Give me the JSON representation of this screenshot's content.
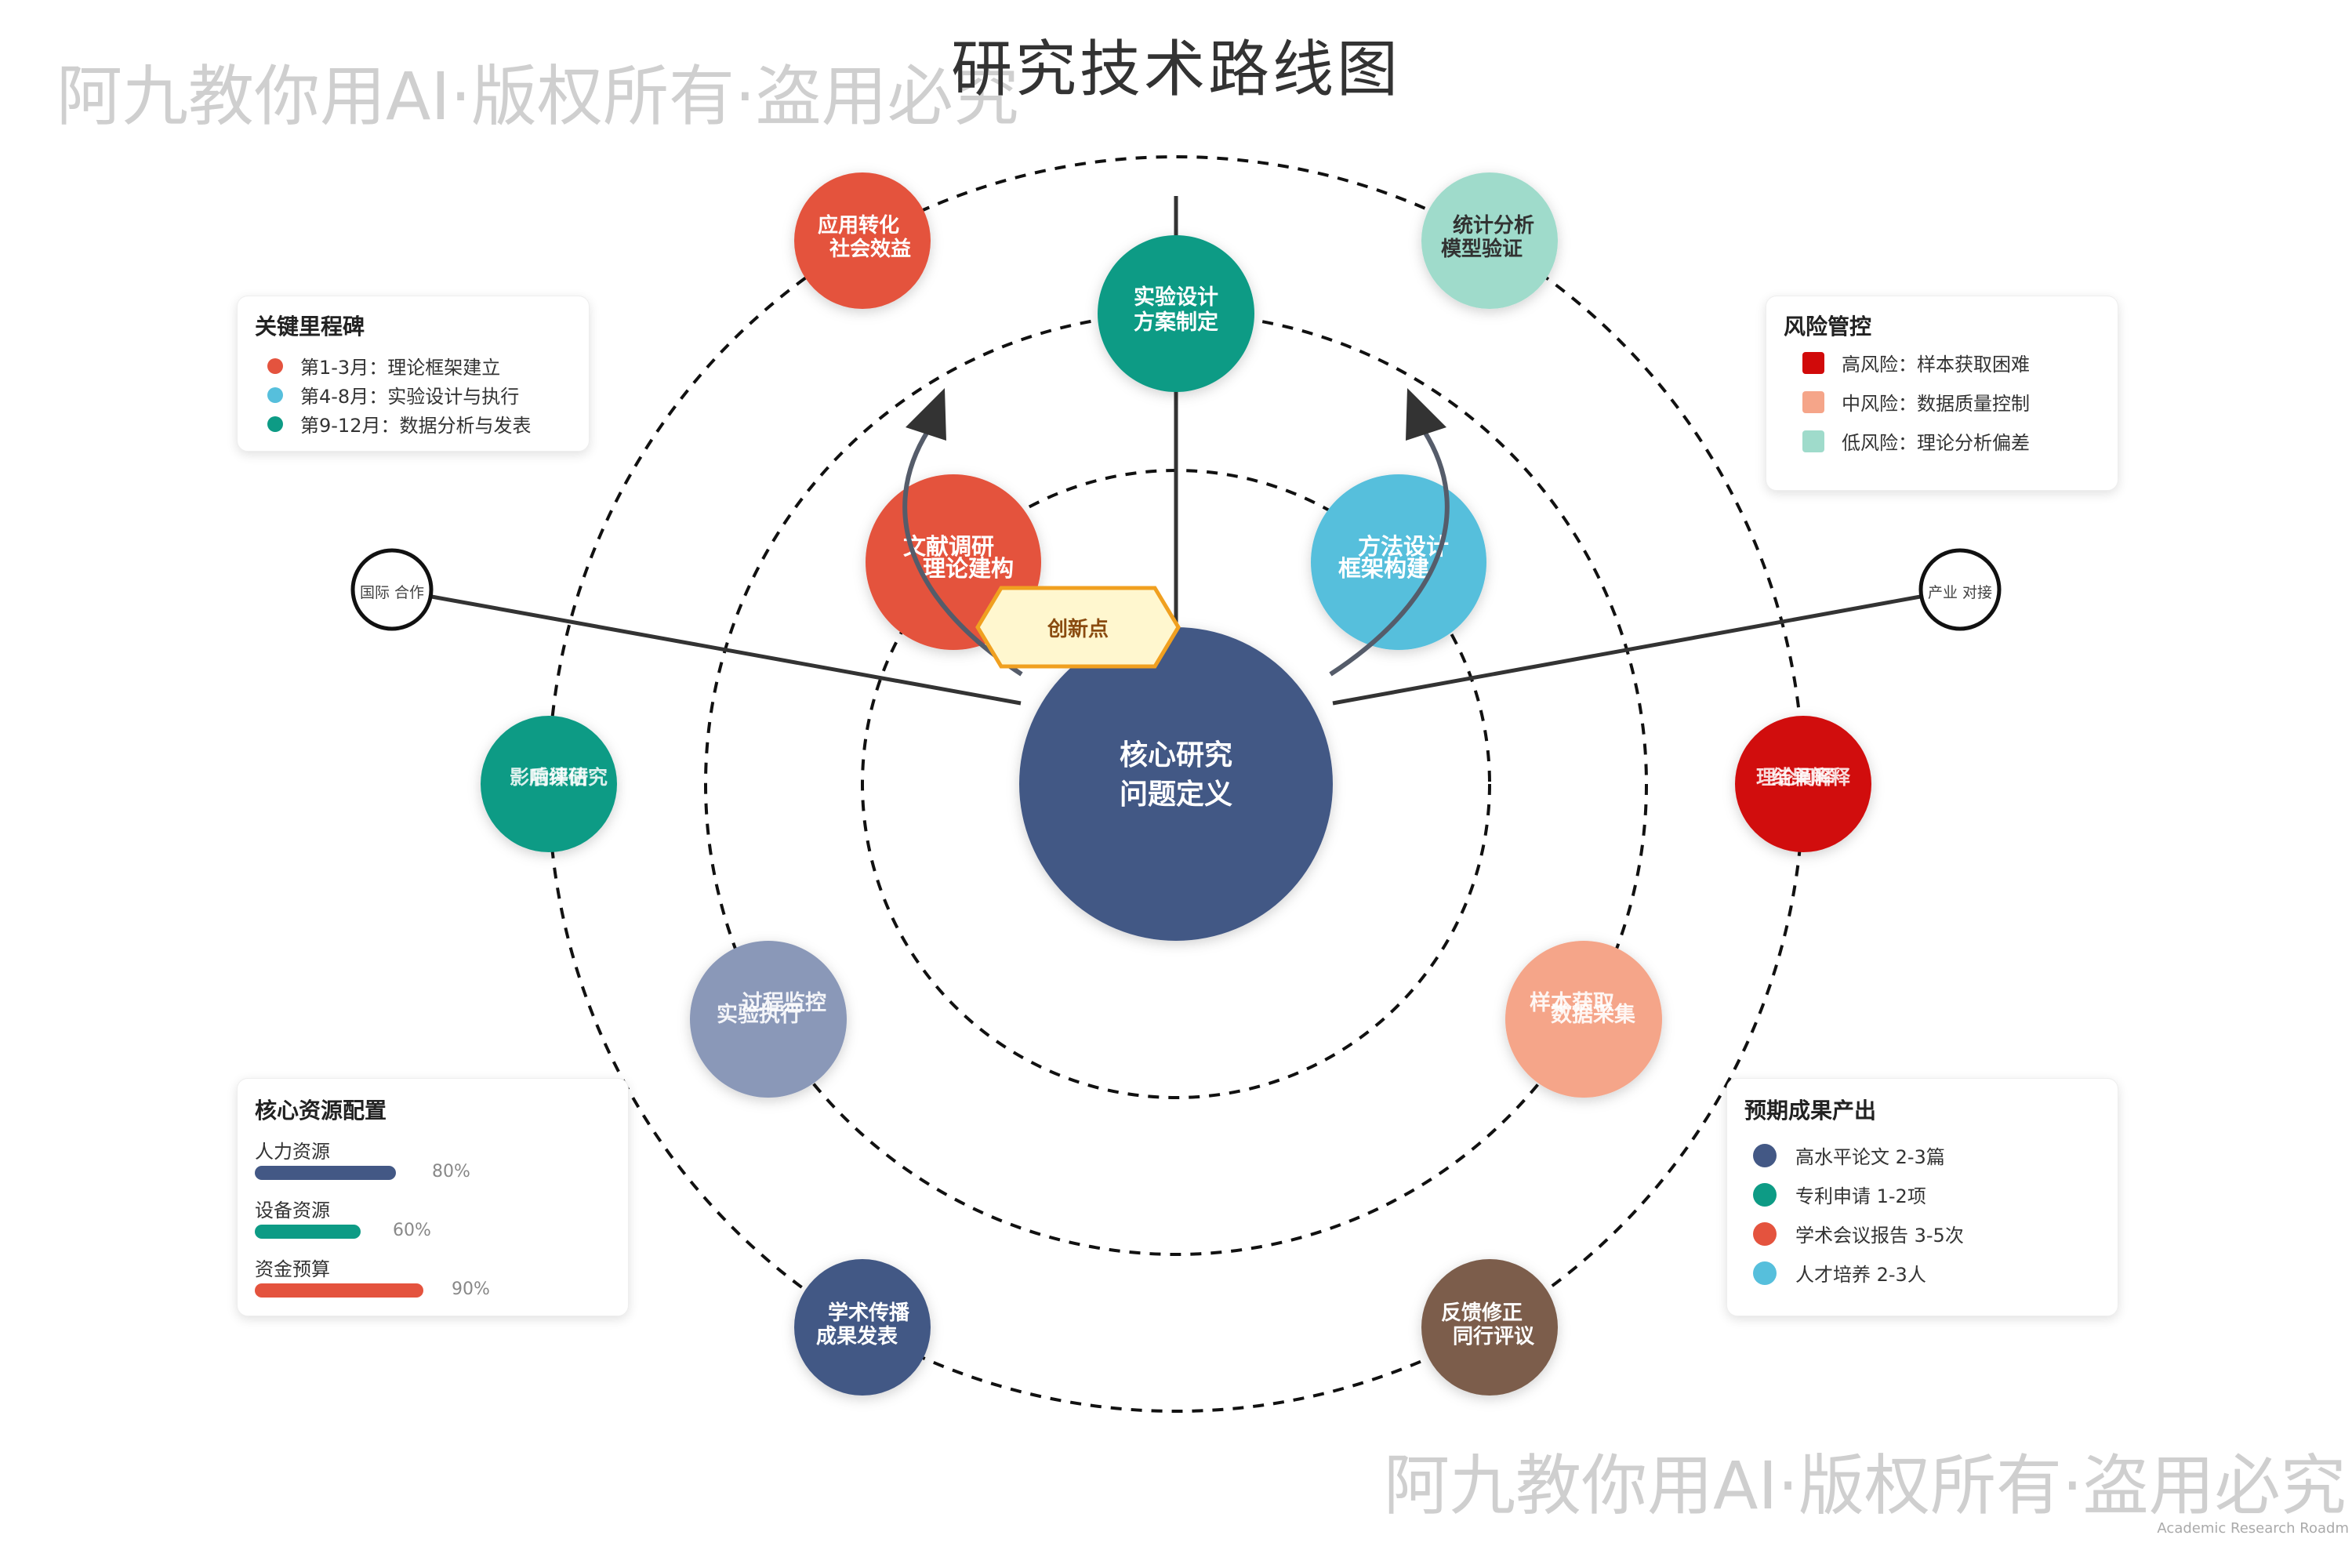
{
  "title": "研究技术路线图",
  "watermark_top": "阿九教你用AI·版权所有·盗用必究",
  "watermark_bottom": "阿九教你用AI·版权所有·盗用必究",
  "footer_note": "Academic Research Roadm",
  "center": {
    "line1": "核心研究",
    "line2": "问题定义",
    "color": "#435885"
  },
  "innovation": {
    "label": "创新点",
    "color": "#fff7cf",
    "border": "#f0a020"
  },
  "nodes": {
    "experiment_design": {
      "line1": "实验设计",
      "line2": "方案制定",
      "color": "#0d9b85"
    },
    "literature": {
      "line1": "文献调研",
      "line2": "理论建构",
      "color": "#e4533e"
    },
    "method": {
      "line1": "方法设计",
      "line2": "框架构建",
      "color": "#56bfdc"
    },
    "application": {
      "line1": "应用转化",
      "line2": "社会效益",
      "color": "#e4533e"
    },
    "statistics": {
      "line1": "统计分析",
      "line2": "模型验证",
      "color": "#9fdbcb"
    },
    "impact": {
      "line1": "影响评估",
      "line2": "后续研究",
      "color": "#0d9b85"
    },
    "theory": {
      "line1": "理论阐释",
      "line2": "结果解释",
      "color": "#d10a0a"
    },
    "execution": {
      "line1": "过程监控",
      "line2": "实验执行",
      "color": "#8a98b8"
    },
    "sampling": {
      "line1": "样本获取",
      "line2": "数据采集",
      "color": "#f5a589"
    },
    "dissemination": {
      "line1": "学术传播",
      "line2": "成果发表",
      "color": "#435885"
    },
    "feedback": {
      "line1": "反馈修正",
      "line2": "同行评议",
      "color": "#7b5d4c"
    }
  },
  "outer_nodes": {
    "international": "国际 合作",
    "industry": "产业 对接"
  },
  "milestones": {
    "title": "关键里程碑",
    "items": [
      {
        "label": "第1-3月：理论框架建立",
        "color": "#e4533e"
      },
      {
        "label": "第4-8月：实验设计与执行",
        "color": "#56bfdc"
      },
      {
        "label": "第9-12月：数据分析与发表",
        "color": "#0d9b85"
      }
    ]
  },
  "risk": {
    "title": "风险管控",
    "items": [
      {
        "label": "高风险：样本获取困难",
        "color": "#d10a0a"
      },
      {
        "label": "中风险：数据质量控制",
        "color": "#f5a589"
      },
      {
        "label": "低风险：理论分析偏差",
        "color": "#9fdbcb"
      }
    ]
  },
  "resources": {
    "title": "核心资源配置",
    "items": [
      {
        "label": "人力资源",
        "percent": "80%",
        "fraction": 0.8,
        "color": "#435885"
      },
      {
        "label": "设备资源",
        "percent": "60%",
        "fraction": 0.6,
        "color": "#0d9b85"
      },
      {
        "label": "资金预算",
        "percent": "90%",
        "fraction": 0.9,
        "color": "#e4533e"
      }
    ]
  },
  "outcomes": {
    "title": "预期成果产出",
    "items": [
      {
        "label": "高水平论文 2-3篇",
        "color": "#435885"
      },
      {
        "label": "专利申请 1-2项",
        "color": "#0d9b85"
      },
      {
        "label": "学术会议报告 3-5次",
        "color": "#e4533e"
      },
      {
        "label": "人才培养 2-3人",
        "color": "#56bfdc"
      }
    ]
  }
}
